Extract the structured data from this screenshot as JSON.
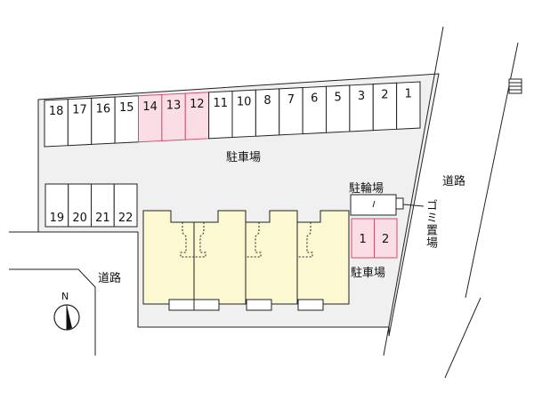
{
  "labels": {
    "parking_main": "駐車場",
    "bicycle_parking": "駐輪場",
    "garbage": "ゴミ置場",
    "parking_small": "駐車場",
    "road_right": "道路",
    "road_left": "道路",
    "north": "N"
  },
  "top_row_spaces": [
    {
      "no": "18",
      "highlight": false
    },
    {
      "no": "17",
      "highlight": false
    },
    {
      "no": "16",
      "highlight": false
    },
    {
      "no": "15",
      "highlight": false
    },
    {
      "no": "14",
      "highlight": true
    },
    {
      "no": "13",
      "highlight": true
    },
    {
      "no": "12",
      "highlight": true
    },
    {
      "no": "11",
      "highlight": false
    },
    {
      "no": "10",
      "highlight": false
    },
    {
      "no": "8",
      "highlight": false
    },
    {
      "no": "7",
      "highlight": false
    },
    {
      "no": "6",
      "highlight": false
    },
    {
      "no": "5",
      "highlight": false
    },
    {
      "no": "3",
      "highlight": false
    },
    {
      "no": "2",
      "highlight": false
    },
    {
      "no": "1",
      "highlight": false
    }
  ],
  "left_row_spaces": [
    {
      "no": "19",
      "highlight": false
    },
    {
      "no": "20",
      "highlight": false
    },
    {
      "no": "21",
      "highlight": false
    },
    {
      "no": "22",
      "highlight": false
    }
  ],
  "side_spaces": [
    {
      "no": "1",
      "highlight": true
    },
    {
      "no": "2",
      "highlight": true
    }
  ],
  "colors": {
    "lot": "#f0f0f0",
    "building": "#fbf8d2",
    "highlight_fill": "#fbdde6",
    "highlight_stroke": "#d0506c",
    "line": "#222222"
  }
}
